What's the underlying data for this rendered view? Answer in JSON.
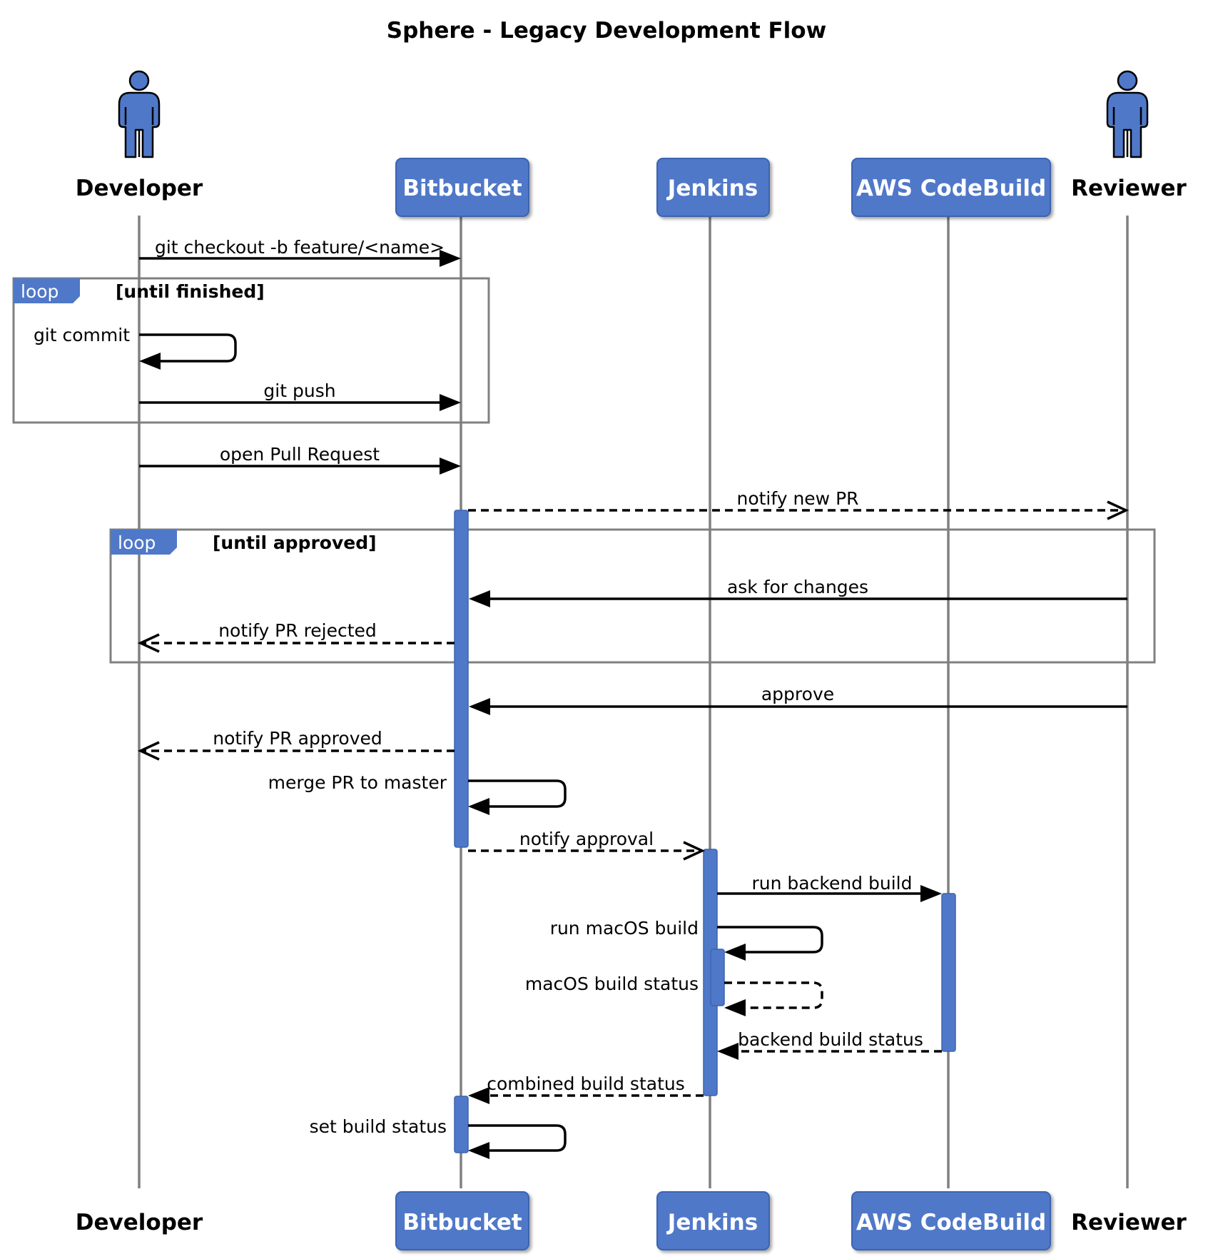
{
  "title": "Sphere - Legacy Development Flow",
  "colors": {
    "participant_fill": "#4f78c8",
    "lifeline": "#808080",
    "activation": "#4f78c8"
  },
  "participants": {
    "developer": {
      "label": "Developer",
      "kind": "actor",
      "icon": "person-icon"
    },
    "bitbucket": {
      "label": "Bitbucket",
      "kind": "box"
    },
    "jenkins": {
      "label": "Jenkins",
      "kind": "box"
    },
    "codebuild": {
      "label": "AWS CodeBuild",
      "kind": "box"
    },
    "reviewer": {
      "label": "Reviewer",
      "kind": "actor",
      "icon": "person-icon"
    }
  },
  "loops": [
    {
      "tag": "loop",
      "condition": "[until finished]"
    },
    {
      "tag": "loop",
      "condition": "[until approved]"
    }
  ],
  "messages": [
    {
      "from": "developer",
      "to": "bitbucket",
      "label": "git checkout -b feature/<name>",
      "style": "solid"
    },
    {
      "from": "developer",
      "to": "developer",
      "label": "git commit",
      "style": "solid"
    },
    {
      "from": "developer",
      "to": "bitbucket",
      "label": "git push",
      "style": "solid"
    },
    {
      "from": "developer",
      "to": "bitbucket",
      "label": "open Pull Request",
      "style": "solid"
    },
    {
      "from": "bitbucket",
      "to": "reviewer",
      "label": "notify new PR",
      "style": "dashed-open"
    },
    {
      "from": "reviewer",
      "to": "bitbucket",
      "label": "ask for changes",
      "style": "solid"
    },
    {
      "from": "bitbucket",
      "to": "developer",
      "label": "notify PR rejected",
      "style": "dashed-open"
    },
    {
      "from": "reviewer",
      "to": "bitbucket",
      "label": "approve",
      "style": "solid"
    },
    {
      "from": "bitbucket",
      "to": "developer",
      "label": "notify PR approved",
      "style": "dashed-open"
    },
    {
      "from": "bitbucket",
      "to": "bitbucket",
      "label": "merge PR to master",
      "style": "solid"
    },
    {
      "from": "bitbucket",
      "to": "jenkins",
      "label": "notify approval",
      "style": "dashed-open"
    },
    {
      "from": "jenkins",
      "to": "codebuild",
      "label": "run backend build",
      "style": "solid"
    },
    {
      "from": "jenkins",
      "to": "jenkins",
      "label": "run macOS build",
      "style": "solid"
    },
    {
      "from": "jenkins",
      "to": "jenkins",
      "label": "macOS build status",
      "style": "dashed"
    },
    {
      "from": "codebuild",
      "to": "jenkins",
      "label": "backend build status",
      "style": "dashed"
    },
    {
      "from": "jenkins",
      "to": "bitbucket",
      "label": "combined build status",
      "style": "dashed"
    },
    {
      "from": "bitbucket",
      "to": "bitbucket",
      "label": "set build status",
      "style": "solid"
    }
  ]
}
